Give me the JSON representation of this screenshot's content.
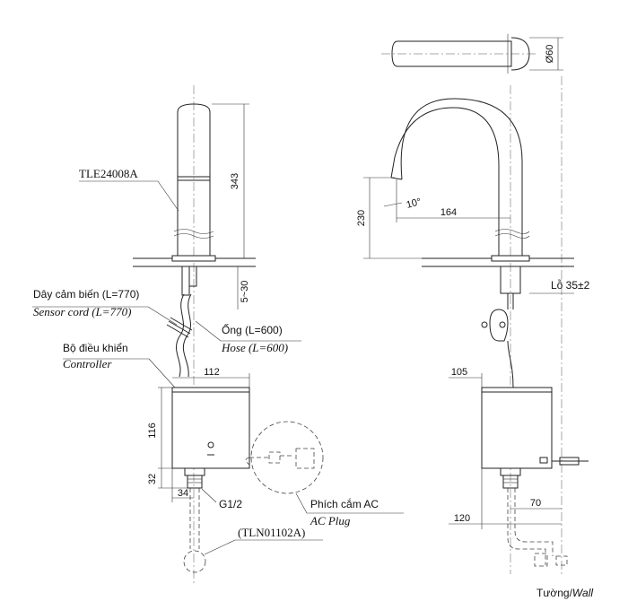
{
  "labels": {
    "model": "TLE24008A",
    "sensor_cord_vi": "Dây cảm biến (L=770)",
    "sensor_cord_en": "Sensor cord (L=770)",
    "hose_vi": "Ống (L=600)",
    "hose_en": "Hose (L=600)",
    "controller_vi": "Bộ điều khiển",
    "controller_en": "Controller",
    "ac_plug_vi": "Phích cắm AC",
    "ac_plug_en": "AC Plug",
    "thread": "G1/2",
    "valve_model": "(TLN01102A)",
    "hole": "Lỗ 35±2",
    "wall_vi": "Tường/",
    "wall_en": "Wall"
  },
  "dimensions": {
    "spout_height": "343",
    "deck_thickness": "5~30",
    "ctrl_width": "112",
    "ctrl_height": "116",
    "ctrl_bottom": "32",
    "outlet_offset": "34",
    "spout_diameter": "Ø60",
    "outlet_height": "230",
    "reach": "164",
    "angle": "10°",
    "side_ctrl_width": "105",
    "wall_offset": "70",
    "wall_distance": "120"
  }
}
